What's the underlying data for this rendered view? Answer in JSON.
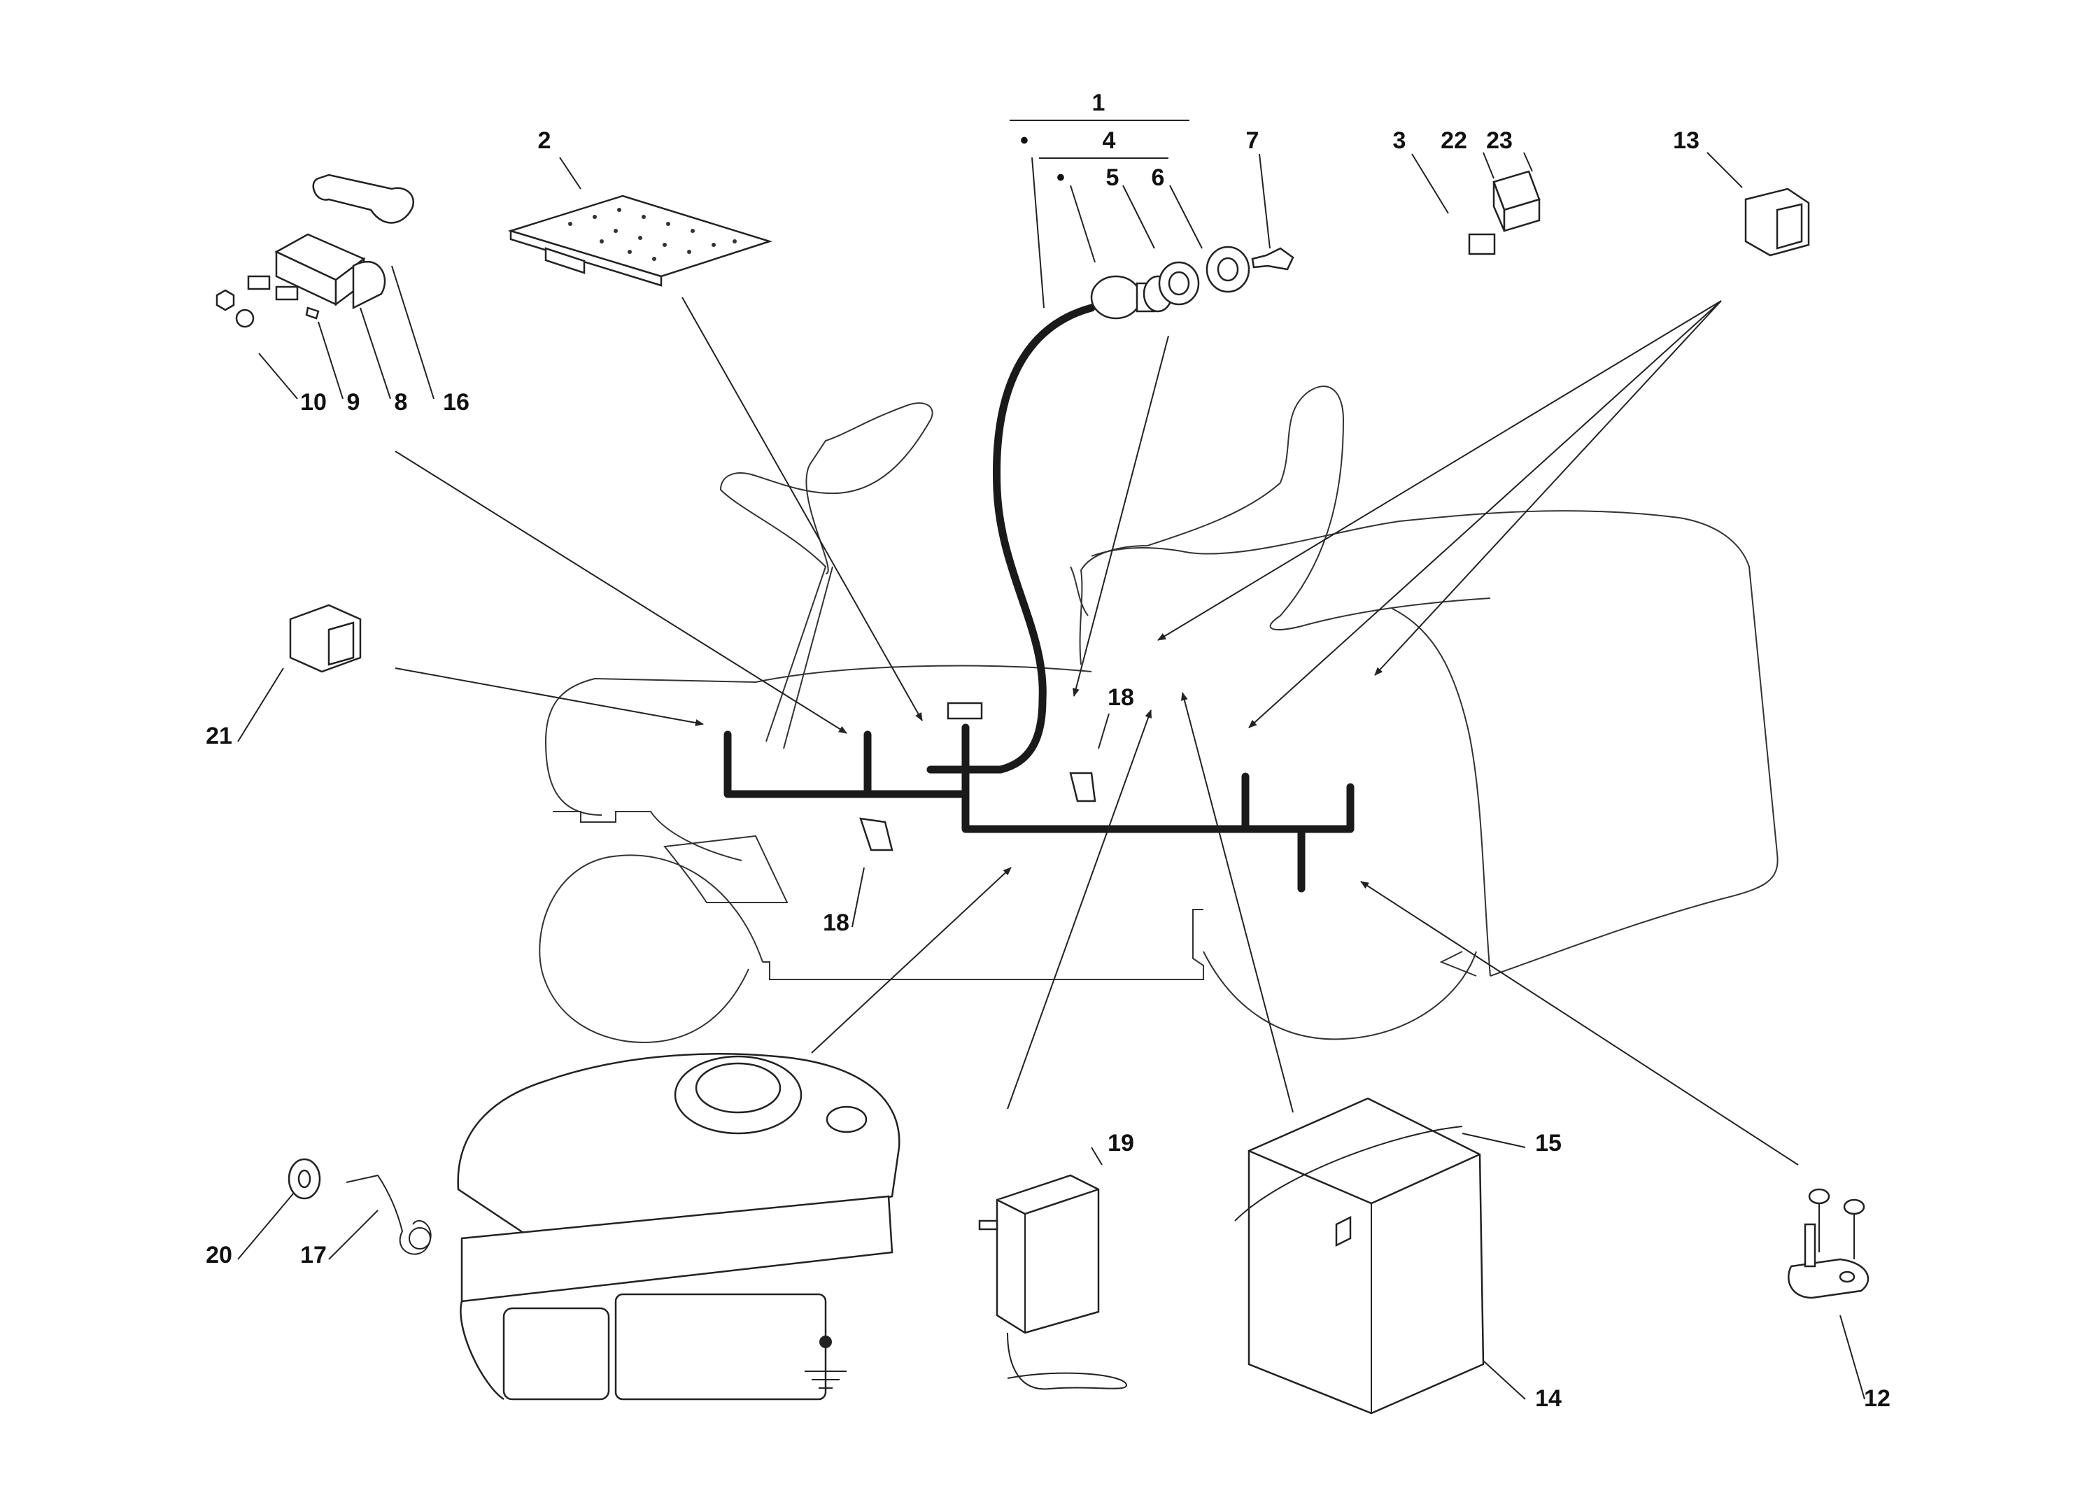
{
  "diagram": {
    "labels": {
      "l1": "1",
      "l2": "2",
      "l3": "3",
      "l4": "4",
      "l5": "5",
      "l6": "6",
      "l7": "7",
      "l8": "8",
      "l9": "9",
      "l10": "10",
      "l12": "12",
      "l13": "13",
      "l14": "14",
      "l15": "15",
      "l16": "16",
      "l17": "17",
      "l18a": "18",
      "l18b": "18",
      "l19": "19",
      "l20": "20",
      "l21": "21",
      "l22": "22",
      "l23": "23"
    },
    "bullets": {
      "b1": "•",
      "b2": "•"
    }
  }
}
